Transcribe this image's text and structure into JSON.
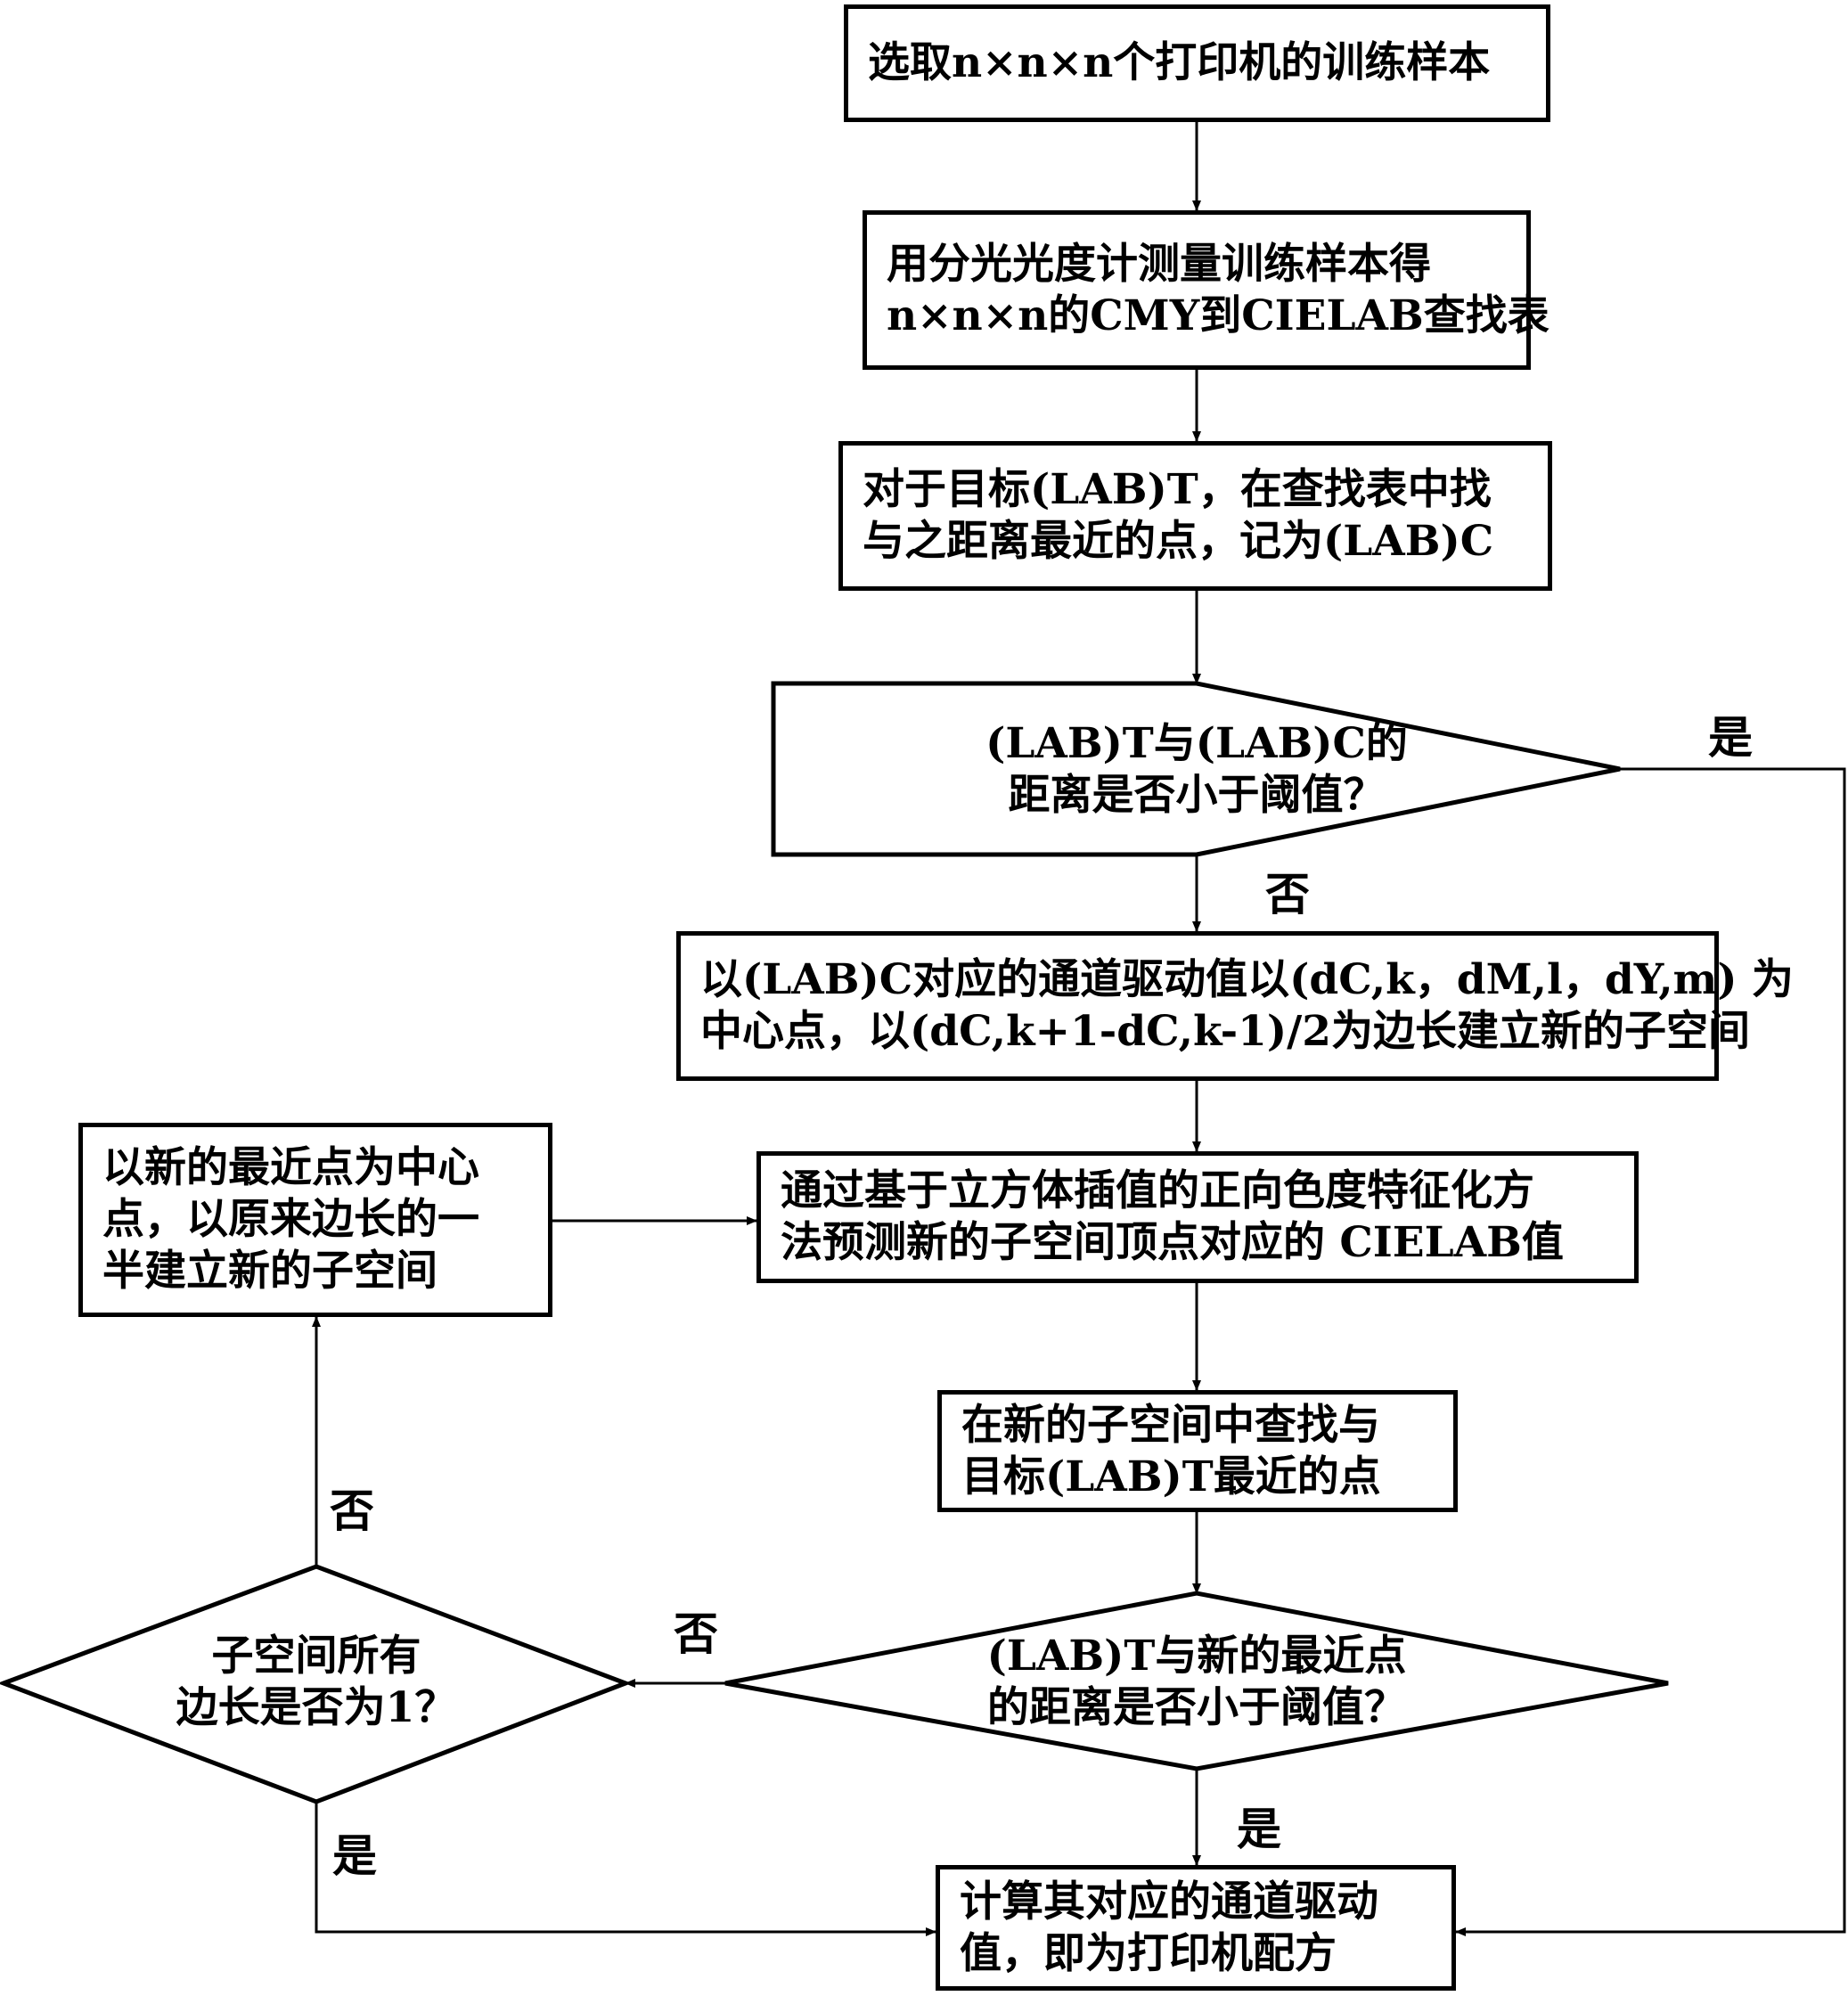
{
  "steps": {
    "s1": {
      "line1": "选取n×n×n个打印机的训练样本"
    },
    "s2": {
      "line1": "用分光光度计测量训练样本得",
      "line2": "n×n×n的CMY到CIELAB查找表"
    },
    "s3": {
      "line1": "对于目标(LAB)T，在查找表中找",
      "line2": "与之距离最近的点，记为(LAB)C"
    },
    "d1": {
      "line1": "(LAB)T与(LAB)C的",
      "line2": "距离是否小于阈值？"
    },
    "s4": {
      "line1": "以(LAB)C对应的通道驱动值以(dC,k，dM,l，dY,m) 为",
      "line2": "中心点，以(dC,k+1-dC,k-1)/2为边长建立新的子空间"
    },
    "s5": {
      "line1": "通过基于立方体插值的正向色度特征化方",
      "line2": "法预测新的子空间顶点对应的 CIELAB值"
    },
    "s6": {
      "line1": "在新的子空间中查找与",
      "line2": "目标(LAB)T最近的点"
    },
    "d2": {
      "line1": "(LAB)T与新的最近点",
      "line2": "的距离是否小于阈值？"
    },
    "d3": {
      "line1": "子空间所有",
      "line2": "边长是否为1？"
    },
    "s7": {
      "line1": "以新的最近点为中心",
      "line2": "点，以原来边长的一",
      "line3": "半建立新的子空间"
    },
    "s8": {
      "line1": "计算其对应的通道驱动",
      "line2": "值，即为打印机配方"
    }
  },
  "labels": {
    "yes": "是",
    "no": "否"
  }
}
